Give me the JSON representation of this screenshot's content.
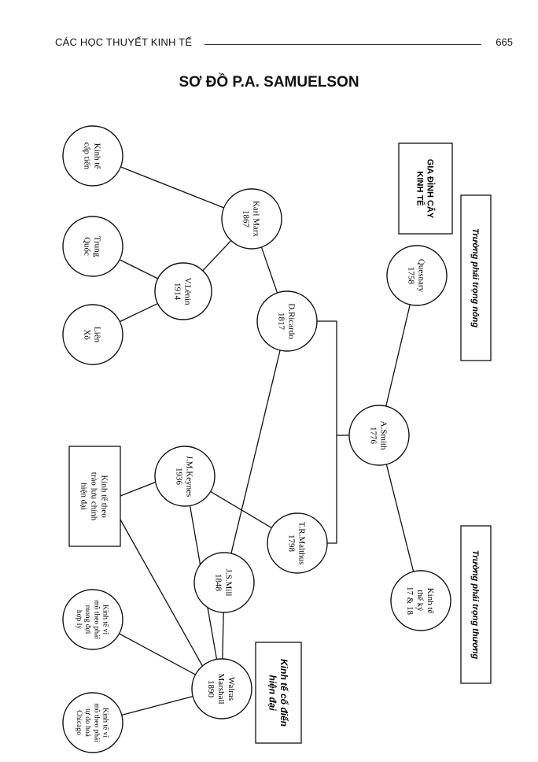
{
  "header": {
    "running_title": "CÁC HỌC THUYẾT KINH TẾ",
    "page_number": "665"
  },
  "title": "SƠ ĐỒ P.A. SAMUELSON",
  "nodes": {
    "karl_marx": [
      "Karl Marx",
      "1867"
    ],
    "kinh_te_cap_tien": [
      "Kinh tế",
      "cấp tiến"
    ],
    "trung_quoc": [
      "Trung",
      "Quốc"
    ],
    "lenin": [
      "V.Lênin",
      "1914"
    ],
    "lien_xo": [
      "Liên",
      "Xô"
    ],
    "ricardo": [
      "D.Ricardo",
      "1817"
    ],
    "quesnary": [
      "Quesnary",
      "1758"
    ],
    "smith": [
      "A.Smith",
      "1776"
    ],
    "keynes": [
      "J.M.Keynes",
      "1936"
    ],
    "malthus": [
      "T.R.Malthus",
      "1798"
    ],
    "mill": [
      "J.S.Mill",
      "1848"
    ],
    "kinh_te_the_ky": [
      "Kinh tế",
      "thế kỷ",
      "17 & 18"
    ],
    "mong_doi": [
      "Kinh tế vĩ",
      "mô theo phái",
      "mong đợi",
      "hợp lý"
    ],
    "marshall": [
      "Walras",
      "Marshall",
      "1890"
    ],
    "chicago": [
      "Kinh tế vĩ",
      "mô theo phái",
      "tự do hoá",
      "Chicago"
    ]
  },
  "boxes": {
    "gia_dinh": [
      "GIA ĐÌNH CÂY",
      "KINH TẾ"
    ],
    "trong_nong": [
      "Trường phái trọng nông"
    ],
    "trong_thuong": [
      "Trường phái trọng thương"
    ],
    "trao_luu": [
      "Kinh tế theo",
      "trào lưu chính",
      "hiện đại"
    ],
    "co_dien": [
      "Kinh tế cổ điển",
      "hiện đại"
    ]
  }
}
